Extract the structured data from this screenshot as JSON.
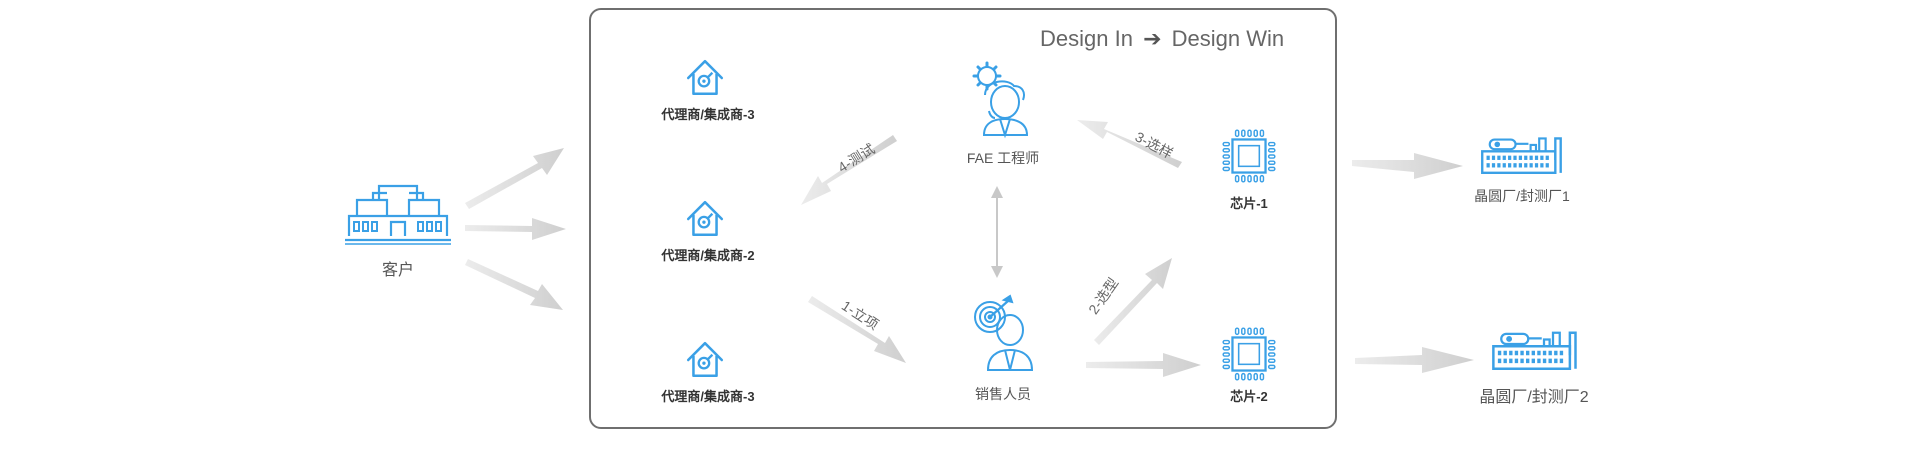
{
  "title": {
    "left": "Design In",
    "arrow": "➔",
    "right": "Design Win"
  },
  "nodes": {
    "customer": "客户",
    "agent_top": "代理商/集成商-3",
    "agent_mid": "代理商/集成商-2",
    "agent_bot": "代理商/集成商-3",
    "fae": "FAE 工程师",
    "sales": "销售人员",
    "chip1": "芯片-1",
    "chip2": "芯片-2",
    "fab1": "晶圆厂/封测厂1",
    "fab2": "晶圆厂/封测厂2"
  },
  "edges": {
    "test": "4-测试",
    "project": "1-立项",
    "select_sample": "3-选样",
    "select_type": "2-选型"
  },
  "colors": {
    "icon_blue": "#3aa0e6",
    "arrow_gray": "#d9d9d9",
    "frame": "#6f6f6f"
  }
}
